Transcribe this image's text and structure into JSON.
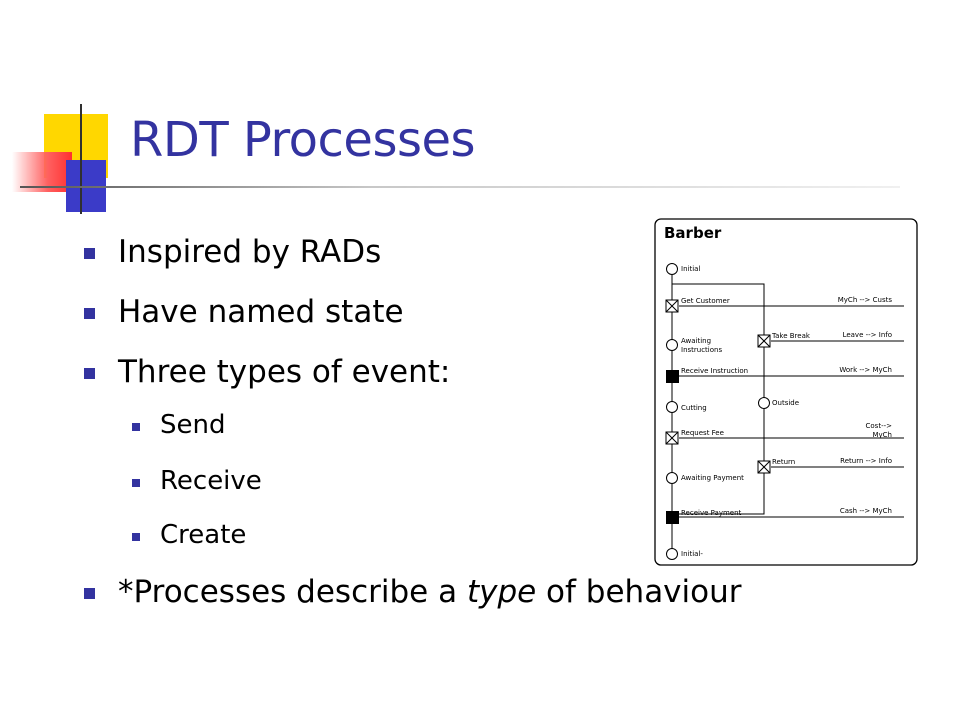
{
  "slide": {
    "title": "RDT Processes",
    "bullets": [
      {
        "text": "Inspired by RADs"
      },
      {
        "text": "Have named state"
      },
      {
        "text": "Three types of event:"
      }
    ],
    "sub_bullets": [
      {
        "text": "Send"
      },
      {
        "text": "Receive"
      },
      {
        "text": "Create"
      }
    ],
    "last_bullet": {
      "before": "*Processes describe a ",
      "emphasis": "type",
      "after": " of behaviour"
    }
  },
  "diagram": {
    "title": "Barber",
    "states": [
      "Initial",
      "Awaiting",
      "Instructions",
      "Cutting",
      "Awaiting Payment",
      "Initial-"
    ],
    "events": [
      "Get Customer",
      "Receive Instruction",
      "Request Fee",
      "Receive Payment"
    ],
    "side_events": [
      "Take Break",
      "Return"
    ],
    "side_states": [
      "Outside"
    ],
    "messages": [
      "MyCh --> Custs",
      "Leave --> Info",
      "Work --> MyCh",
      "Cost-->",
      "MyCh",
      "Return --> Info",
      "Cash --> MyCh"
    ]
  },
  "colors": {
    "title": "#3333a0",
    "bullet_marker": "#3333a0",
    "accent_yellow": "#ffd700",
    "accent_red": "#ff3030",
    "accent_blue": "#3b3bc8"
  }
}
